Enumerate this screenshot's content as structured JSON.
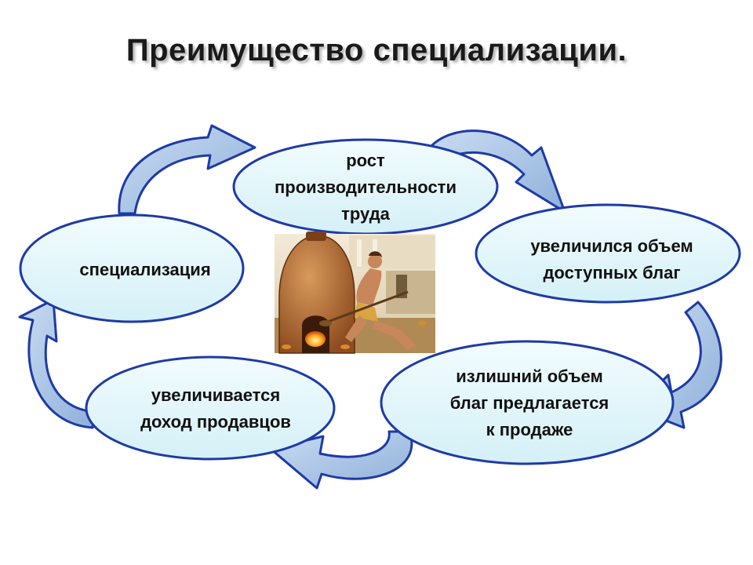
{
  "title": "Преимущество специализации.",
  "colors": {
    "node_fill": "#dff6fb",
    "node_stroke": "#1e3aa6",
    "arrow_fill": "#a9c6e6",
    "arrow_stroke": "#1e3aa6"
  },
  "nodes": {
    "productivity": {
      "lines": [
        "рост",
        "производительности",
        "труда"
      ]
    },
    "goods": {
      "lines": [
        "увеличился объем",
        "доступных благ"
      ]
    },
    "surplus": {
      "lines": [
        "излишний объем",
        "благ предлагается",
        "к продаже"
      ]
    },
    "income": {
      "lines": [
        "увеличивается",
        "доход продавцов"
      ]
    },
    "specialization": {
      "lines": [
        "специализация"
      ]
    }
  },
  "illustration": {
    "icon": "baker-oven-illustration"
  }
}
